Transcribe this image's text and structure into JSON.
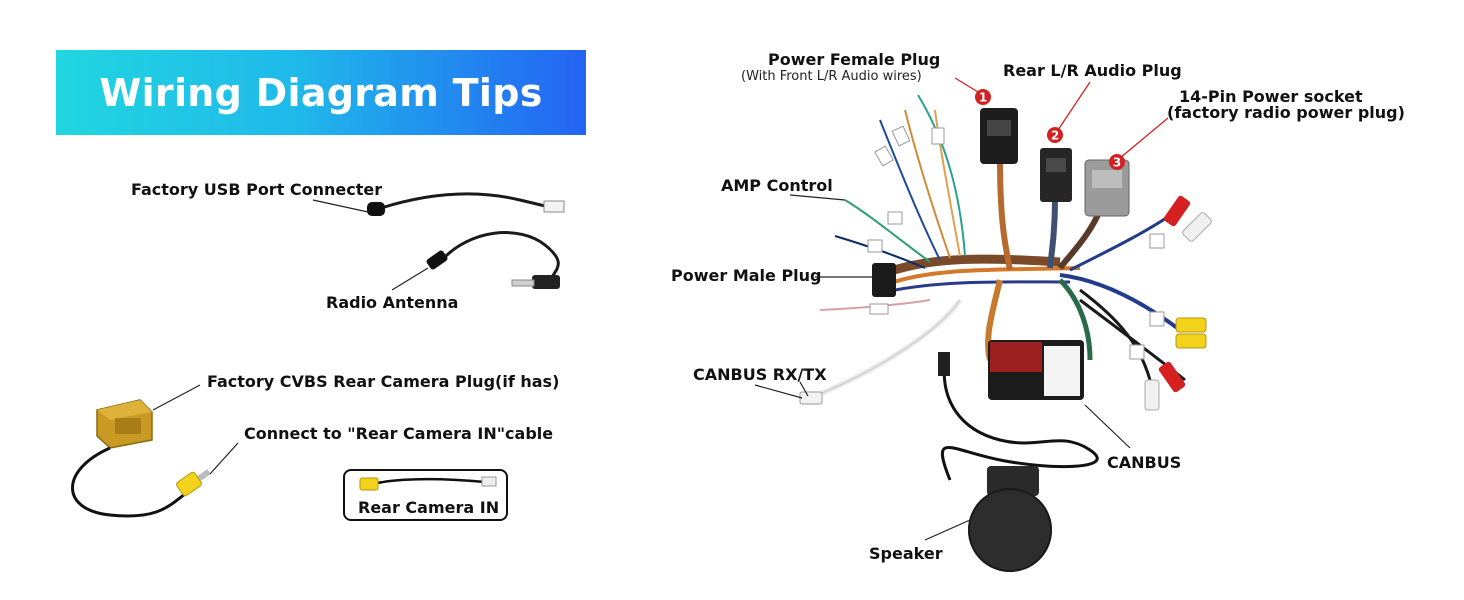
{
  "banner": {
    "title": "Wiring Diagram Tips"
  },
  "left_labels": {
    "usb": "Factory USB Port Connecter",
    "antenna": "Radio Antenna",
    "cvbs": "Factory CVBS Rear Camera Plug(if has)",
    "connect": "Connect to \"Rear Camera IN\"cable",
    "rear_camera_in": "Rear Camera IN"
  },
  "harness_labels": {
    "power_female": "Power Female Plug",
    "power_female_sub": "(With Front L/R Audio wires)",
    "rear_audio": "Rear L/R Audio Plug",
    "pin14": "14-Pin Power socket",
    "pin14_sub": "(factory radio power plug)",
    "amp": "AMP Control",
    "power_male": "Power Male Plug",
    "canbus_rxtx": "CANBUS RX/TX",
    "canbus": "CANBUS",
    "speaker": "Speaker"
  },
  "markers": [
    {
      "num": "1",
      "color": "#d42020"
    },
    {
      "num": "2",
      "color": "#d42020"
    },
    {
      "num": "3",
      "color": "#d42020"
    }
  ]
}
